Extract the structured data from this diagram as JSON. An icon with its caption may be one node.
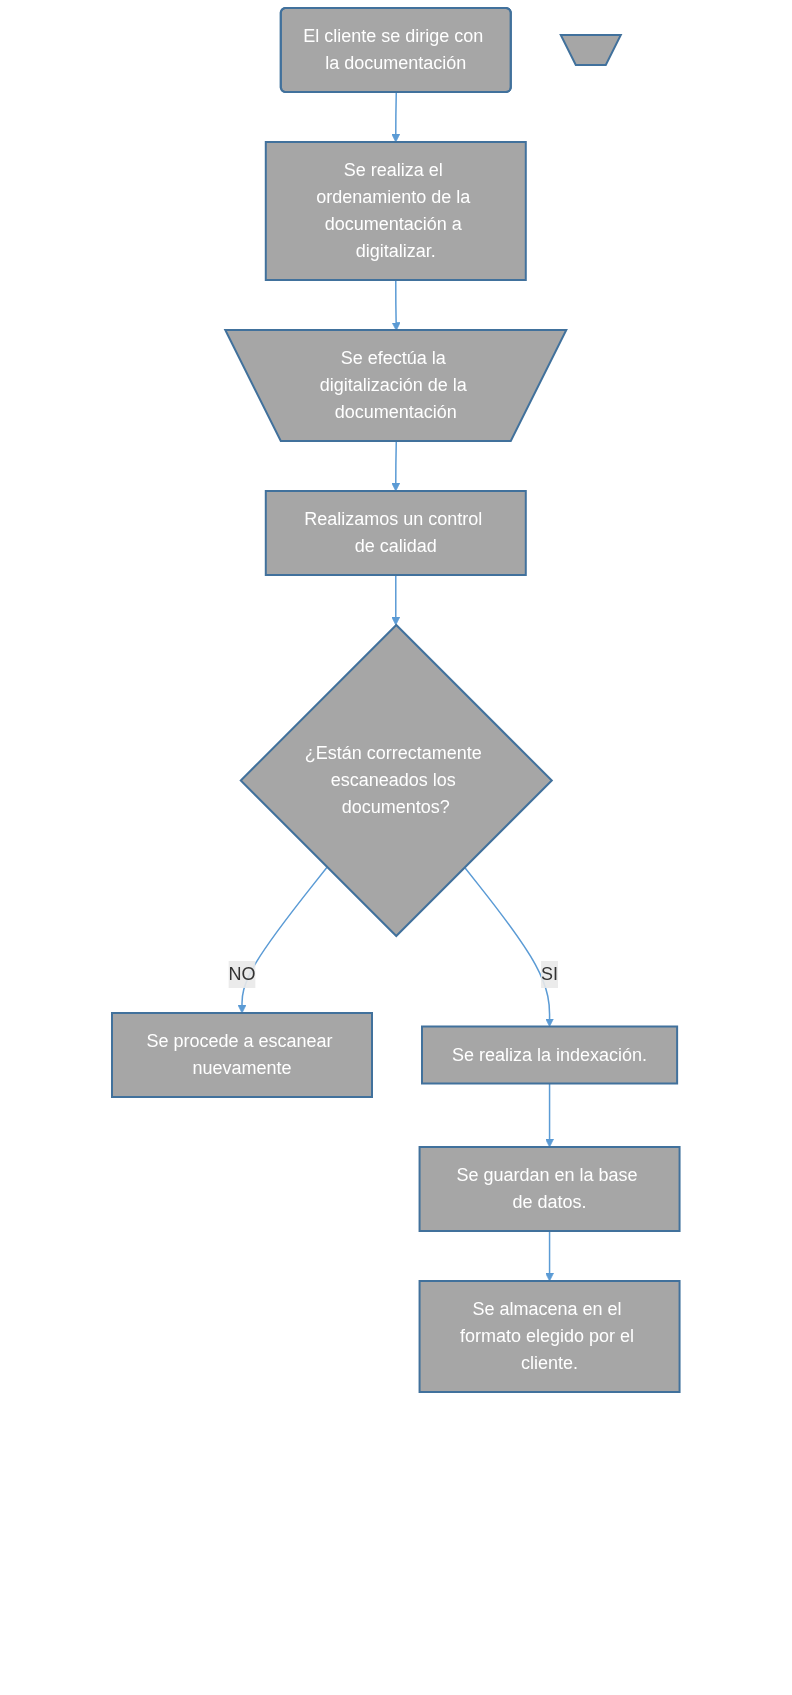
{
  "diagram": {
    "nodes": [
      {
        "text": [
          "El cliente se dirige con la documentación"
        ]
      },
      {
        "text": [
          "Se realiza el ordenamiento de la documentación a digitalizar."
        ]
      },
      {
        "text": [
          "Se efectúa la digitalización de la documentación"
        ]
      },
      {
        "text": [
          "Realizamos un control de calidad"
        ]
      },
      {
        "text": [
          "¿Están correctamente escaneados los documentos?"
        ]
      },
      {
        "text": [
          "Se procede a escanear nuevamente"
        ]
      },
      {
        "text": [
          "Se realiza la indexación."
        ]
      },
      {
        "text": [
          "Se guardan en la base de datos."
        ]
      },
      {
        "text": [
          "Se almacena en el formato elegido por el cliente."
        ]
      },
      {
        "text": [],
        "shape": "pentagon"
      }
    ],
    "edges": [
      {
        "from": 0,
        "to": 1,
        "arrow": "to"
      },
      {
        "from": 1,
        "to": 2,
        "arrow": "to"
      },
      {
        "from": 2,
        "to": 3,
        "arrow": "to"
      },
      {
        "from": 3,
        "to": 4,
        "arrow": "to"
      },
      {
        "from": 4,
        "to": 5,
        "label": "NO",
        "arrow": "to"
      },
      {
        "from": 4,
        "to": 6,
        "label": "SI",
        "arrow": "to"
      },
      {
        "from": 6,
        "to": 7,
        "arrow": "to"
      },
      {
        "from": 7,
        "to": 8,
        "arrow": "to"
      }
    ]
  }
}
